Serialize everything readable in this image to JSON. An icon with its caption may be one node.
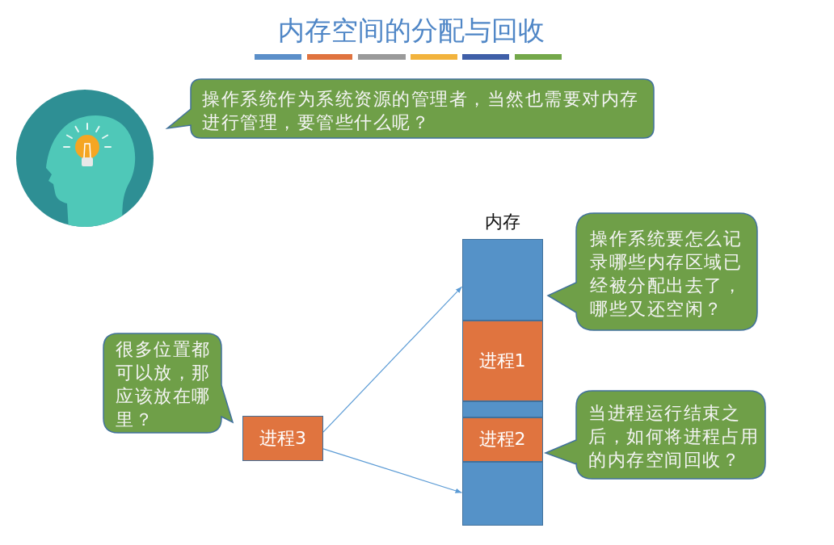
{
  "diagram": {
    "title": "内存空间的分配与回收",
    "nodes": [
      {
        "text": [
          "操作系统作为系统资源的管理者，当然也需要对内存进行管理，要管些什么呢？"
        ]
      },
      {
        "text": [
          "内存"
        ]
      },
      {
        "text": [],
        "shape": "box",
        "in": 1
      },
      {
        "text": [
          "进程1"
        ],
        "in": 1
      },
      {
        "text": [],
        "shape": "box",
        "in": 1
      },
      {
        "text": [
          "进程2"
        ],
        "in": 1
      },
      {
        "text": [],
        "shape": "box",
        "in": 1
      },
      {
        "text": [
          "操作系统要怎么记录哪些内存区域已经被分配出去了，哪些又还空闲？"
        ]
      },
      {
        "text": [
          "很多位置都可以放，那应该放在哪里？"
        ]
      },
      {
        "text": [
          "进程3"
        ]
      },
      {
        "text": [
          "当进程运行结束之后，如何将进程占用的内存空间回收？"
        ]
      }
    ],
    "edges": [
      {
        "from": 9,
        "to": 2,
        "arrow": "to"
      },
      {
        "from": 9,
        "to": 6,
        "arrow": "to"
      }
    ]
  }
}
